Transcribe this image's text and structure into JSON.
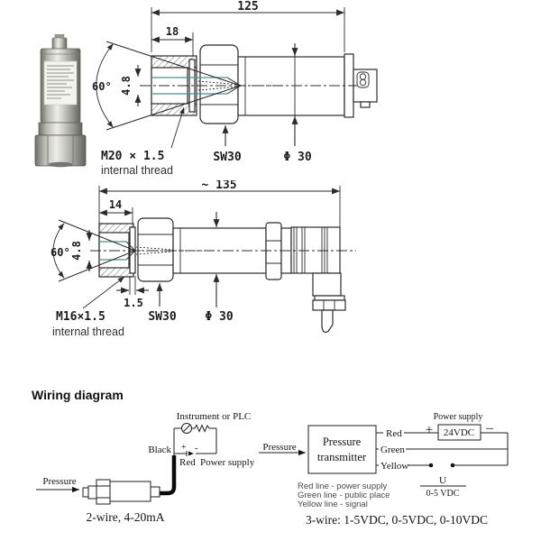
{
  "colors": {
    "line": "#2b2b2b",
    "bore_line": "#4d8f8f"
  },
  "drawing_top": {
    "len": "125",
    "port_len": "18",
    "angle": "60°",
    "bore": "4.8",
    "thread": "M20 × 1.5",
    "thread_note": "internal thread",
    "wrench": "SW30",
    "diameter": "Φ 30"
  },
  "drawing_mid": {
    "len": "~ 135",
    "port_len": "14",
    "angle": "60°",
    "bore": "4.8",
    "plate": "1.5",
    "thread": "M16×1.5",
    "thread_note": "internal thread",
    "wrench": "SW30",
    "diameter": "Φ 30"
  },
  "wiring": {
    "title": "Wiring diagram",
    "two_wire": {
      "instrument": "Instrument or PLC",
      "black": "Black",
      "plus": "+",
      "minus": "-",
      "red": "Red",
      "power": "Power supply",
      "pressure": "Pressure",
      "caption": "2-wire, 4-20mA"
    },
    "three_wire": {
      "pressure": "Pressure",
      "box1": "Pressure",
      "box2": "transmitter",
      "red": "Red",
      "green": "Green",
      "yellow": "Yellow",
      "power": "Power supply",
      "plus": "+",
      "minus": "–",
      "supply": "24VDC",
      "u": "U",
      "range": "0-5 VDC",
      "note_red": "Red line - power supply",
      "note_green": "Green line - public place",
      "note_yellow": "Yellow line - signal",
      "caption": "3-wire: 1-5VDC, 0-5VDC, 0-10VDC"
    }
  }
}
